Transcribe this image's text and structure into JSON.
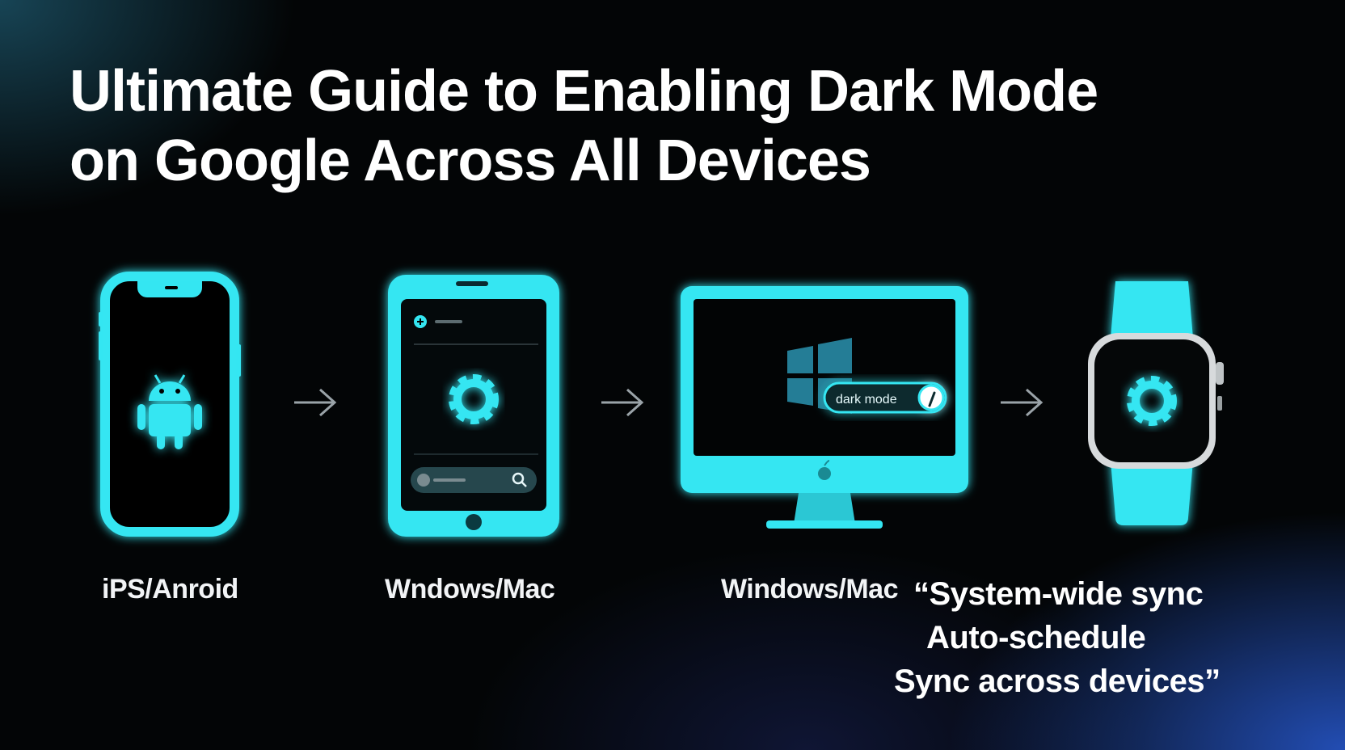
{
  "title": {
    "line1": "Ultimate Guide to Enabling Dark Mode",
    "line2": "on Google Across All Devices"
  },
  "devices": [
    {
      "type": "phone",
      "icon": "android-icon",
      "label": "iPS/Anroid"
    },
    {
      "type": "tablet",
      "icon": "gear-icon",
      "label": "Wndows/Mac"
    },
    {
      "type": "desktop",
      "icon": "windows-logo-icon",
      "label": "Windows/Mac",
      "toggle_label": "dark mode"
    },
    {
      "type": "watch",
      "icon": "gear-icon"
    }
  ],
  "features": {
    "line1": "“System-wide sync",
    "line2": "Auto-schedule",
    "line3": "Sync across devices”"
  },
  "colors": {
    "accent": "#34e6f2",
    "background": "#030506",
    "text": "#ffffff"
  }
}
